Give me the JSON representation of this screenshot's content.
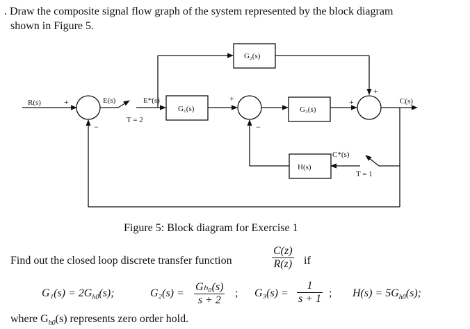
{
  "question": {
    "line1": ". Draw the composite signal flow graph of the system represented by the block diagram",
    "line2": "shown in Figure 5."
  },
  "diagram": {
    "labels": {
      "R": "R(s)",
      "plus_sum1": "+",
      "E": "E(s)",
      "Estar": "E*(s)",
      "T1": "T = 2",
      "minus_sum1": "−",
      "G1": "G₁(s)",
      "G2": "G₂(s)",
      "G3": "G₃(s)",
      "plus_sum2": "+",
      "minus_sum2": "−",
      "plus_sum3_left": "+",
      "plus_sum3_top": "+",
      "H": "H(s)",
      "Cstar": "C*(s)",
      "T2": "T = 1",
      "C": "C(s)"
    }
  },
  "caption": "Figure 5: Block diagram for Exercise 1",
  "find": {
    "text": "Find out the closed loop discrete transfer function",
    "num": "C(z)",
    "den": "R(z)",
    "suffix": "if"
  },
  "equations": {
    "g1": "G₁(s) = 2G",
    "g1_sub": "h0",
    "g1_end": "(s);",
    "g2_lhs": "G₂(s) =",
    "g2_num": "Gₕ₀(s)",
    "g2_den": "s + 2",
    "g2_end": ";",
    "g3_lhs": "G₃(s) =",
    "g3_num": "1",
    "g3_den": "s + 1",
    "g3_end": ";",
    "h": "H(s) = 5G",
    "h_sub": "h0",
    "h_end": "(s);"
  },
  "footer": {
    "pre": "where G",
    "sub": "h0",
    "post": "(s) represents zero order hold."
  }
}
